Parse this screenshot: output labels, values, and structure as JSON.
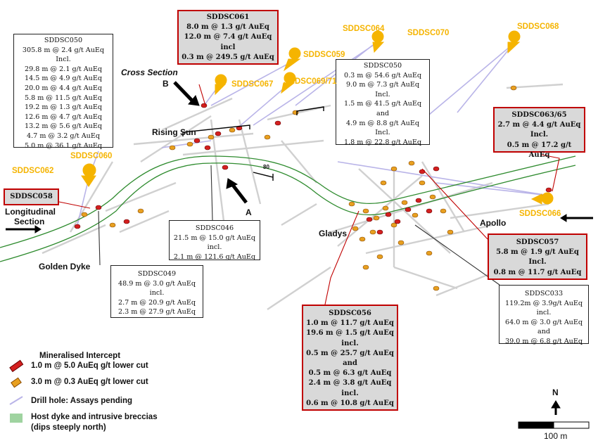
{
  "colors": {
    "gold": "#f5b400",
    "red_border": "#c00000",
    "dyke_green": "#2e8b2e",
    "dyke_fill": "#9fd3a0",
    "drill_pending": "#b9b4e8"
  },
  "labels": {
    "cross_section": "Cross Section",
    "b": "B",
    "a": "A",
    "rising_sun": "Rising Sun",
    "longitudinal": "Longitudinal",
    "section": "Section",
    "golden_dyke": "Golden Dyke",
    "gladys": "Gladys",
    "apollo": "Apollo",
    "dip": "80",
    "north": "N",
    "scale": "100 m"
  },
  "holes": {
    "sddsc064": "SDDSC064",
    "sddsc070": "SDDSC070",
    "sddsc068": "SDDSC068",
    "sddsc059": "SDDSC059",
    "sddsc067": "SDDSC067",
    "sddsc069_71": "SDDSC069/71",
    "sddsc060": "SDDSC060",
    "sddsc062": "SDDSC062",
    "sddsc066": "SDDSC066"
  },
  "boxes": {
    "sddsc050_left": {
      "title": "SDDSC050",
      "lines": [
        "305.8 m @ 2.4 g/t AuEq",
        "Incl.",
        "29.8 m @ 2.1 g/t AuEq",
        "14.5 m @ 4.9 g/t AuEq",
        "20.0 m @ 4.4 g/t AuEq",
        "5.8 m @ 11.5 g/t AuEq",
        "19.2 m @ 1.3 g/t AuEq",
        "12.6 m @ 4.7 g/t AuEq",
        "13.2 m @ 5.6 g/t AuEq",
        "4.7 m @ 3.2 g/t AuEq",
        "5.0 m @ 36.1 g/t AuEq"
      ]
    },
    "sddsc061": {
      "title": "SDDSC061",
      "lines": [
        "8.0 m @ 1.3 g/t AuEq",
        "12.0 m @ 7.4 g/t AuEq",
        "incl",
        "0.3 m @ 249.5 g/t AuEq"
      ]
    },
    "sddsc050_right": {
      "title": "SDDSC050",
      "lines": [
        "0.3 m @ 54.6 g/t AuEq",
        "9.0 m @ 7.3 g/t AuEq",
        "Incl.",
        "1.5 m @ 41.5 g/t AuEq",
        "and",
        "4.9 m @ 8.8 g/t AuEq",
        "Incl.",
        "1.8 m @ 22.8 g/t AuEq"
      ]
    },
    "sddsc063_65": {
      "title": "SDDSC063/65",
      "lines": [
        "2.7 m @ 4.4 g/t AuEq",
        "Incl.",
        "0.5 m @ 17.2 g/t AuEq"
      ]
    },
    "sddsc058": {
      "title": "SDDSC058"
    },
    "sddsc046": {
      "title": "SDDSC046",
      "lines": [
        "21.5 m @ 15.0 g/t AuEq",
        "incl.",
        "2.1 m @ 121.6 g/t AuEq"
      ]
    },
    "sddsc049": {
      "title": "SDDSC049",
      "lines": [
        "48.9 m @ 3.0 g/t AuEq",
        "incl.",
        "2.7 m @ 20.9 g/t AuEq",
        "2.3 m @ 27.9 g/t AuEq"
      ]
    },
    "sddsc057": {
      "title": "SDDSC057",
      "lines": [
        "5.8 m @ 1.9 g/t AuEq",
        "Incl.",
        "0.8 m @ 11.7 g/t AuEq"
      ]
    },
    "sddsc033": {
      "title": "SDDSC033",
      "lines": [
        "119.2m @ 3.9g/t AuEq",
        "incl.",
        "64.0 m @ 3.0 g/t AuEq",
        "and",
        "39.0 m @ 6.8 g/t AuEq"
      ]
    },
    "sddsc056": {
      "title": "SDDSC056",
      "lines": [
        "1.0 m @ 11.7 g/t AuEq",
        "19.6 m @ 1.5 g/t AuEq",
        "incl.",
        "0.5 m @ 25.7 g/t AuEq",
        "and",
        "0.5 m @ 6.3 g/t AuEq",
        "2.4 m @ 3.8 g/t AuEq",
        "incl.",
        "0.6 m @ 10.8 g/t AuEq"
      ]
    }
  },
  "legend": {
    "heading": "Mineralised Intercept",
    "item1": "1.0 m @ 5.0 AuEq g/t lower cut",
    "item2": "3.0 m @ 0.3 AuEq g/t lower cut",
    "item3": "Drill hole: Assays pending",
    "item4_line1": "Host dyke and intrusive breccias",
    "item4_line2": "(dips steeply north)"
  }
}
